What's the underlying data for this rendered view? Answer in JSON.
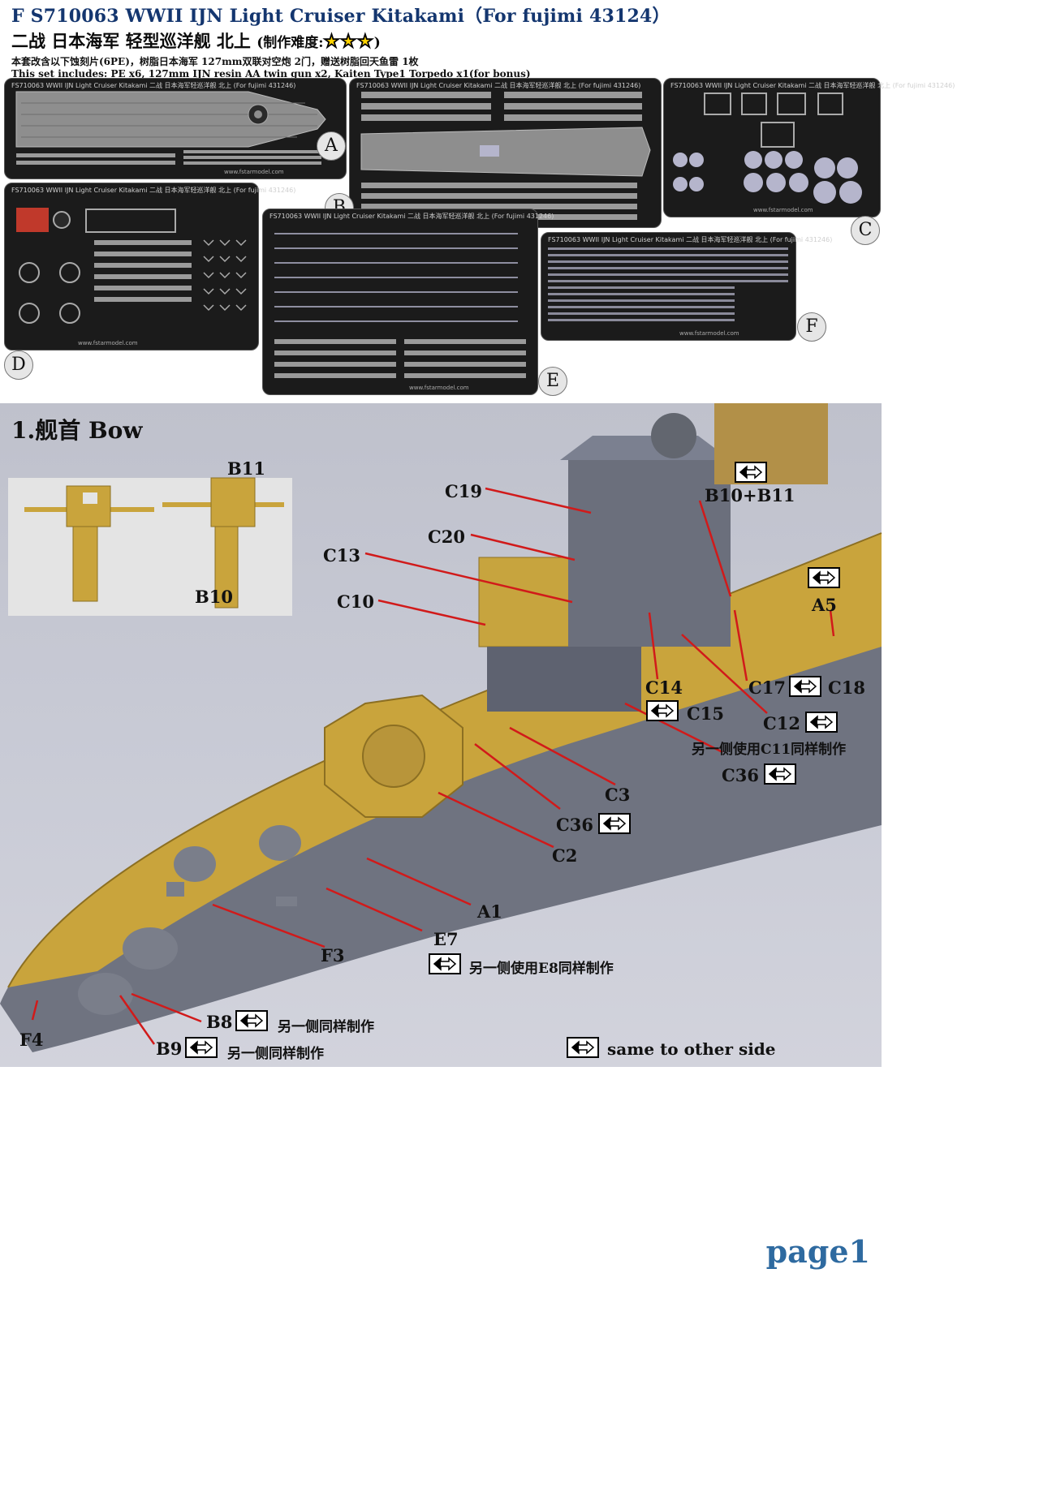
{
  "header": {
    "title_en": "F S710063 WWII IJN Light Cruiser Kitakami（For fujimi 43124）",
    "title_cn": "二战 日本海军 轻型巡洋舰 北上",
    "difficulty_label": "(制作难度:",
    "difficulty_stars": "★★★",
    "difficulty_close": ")",
    "contents_cn": "本套改含以下蚀刻片(6PE)，树脂日本海军 127mm双联对空炮 2门，赠送树脂回天鱼雷 1枚",
    "contents_en": "This set includes: PE x6, 127mm IJN resin AA twin gun x2, Kaiten Type1 Torpedo x1(for bonus)"
  },
  "sheets": [
    {
      "id": "A",
      "label": "A",
      "title": "FS710063 WWII IJN Light Cruiser Kitakami 二战 日本海军轻巡洋舰 北上 (For fujimi 431246)",
      "site": "www.fstarmodel.com"
    },
    {
      "id": "B",
      "label": "B",
      "title": "FS710063 WWII IJN Light Cruiser Kitakami 二战 日本海军轻巡洋舰 北上 (For fujimi 431246)",
      "site": ""
    },
    {
      "id": "C",
      "label": "C",
      "title": "FS710063 WWII IJN Light Cruiser Kitakami 二战 日本海军轻巡洋舰 北上 (For fujimi 431246)",
      "site": "www.fstarmodel.com"
    },
    {
      "id": "D",
      "label": "D",
      "title": "FS710063 WWII IJN Light Cruiser Kitakami 二战 日本海军轻巡洋舰 北上 (For fujimi 431246)",
      "site": "www.fstarmodel.com"
    },
    {
      "id": "E",
      "label": "E",
      "title": "FS710063 WWII IJN Light Cruiser Kitakami 二战 日本海军轻巡洋舰 北上 (For fujimi 431246)",
      "site": "www.fstarmodel.com"
    },
    {
      "id": "F",
      "label": "F",
      "title": "FS710063 WWII IJN Light Cruiser Kitakami 二战 日本海军轻巡洋舰 北上 (For fujimi 431246)",
      "site": "www.fstarmodel.com"
    }
  ],
  "section": {
    "title": "1.舰首 Bow",
    "inset_labels": {
      "b11": "B11",
      "b10": "B10"
    },
    "labels": {
      "c19": "C19",
      "c20": "C20",
      "c13": "C13",
      "c10": "C10",
      "b10b11": "B10+B11",
      "a5": "A5",
      "c14": "C14",
      "c15": "C15",
      "c17": "C17",
      "c18": "C18",
      "c12": "C12",
      "c36a": "C36",
      "c3": "C3",
      "c36b": "C36",
      "c2": "C2",
      "a1": "A1",
      "e7": "E7",
      "f3": "F3",
      "b8": "B8",
      "b9": "B9",
      "f4": "F4"
    },
    "notes": {
      "c11": "另一侧使用C11同样制作",
      "e8": "另一侧使用E8同样制作",
      "b8": "另一侧同样制作",
      "b9": "另一侧同样制作",
      "legend": "same to other side"
    }
  },
  "footer": {
    "page": "page1"
  },
  "colors": {
    "brass": "#c9a43c",
    "hull": "#6f7380",
    "sheet": "#1b1b1b",
    "leader": "#d11a1a"
  }
}
